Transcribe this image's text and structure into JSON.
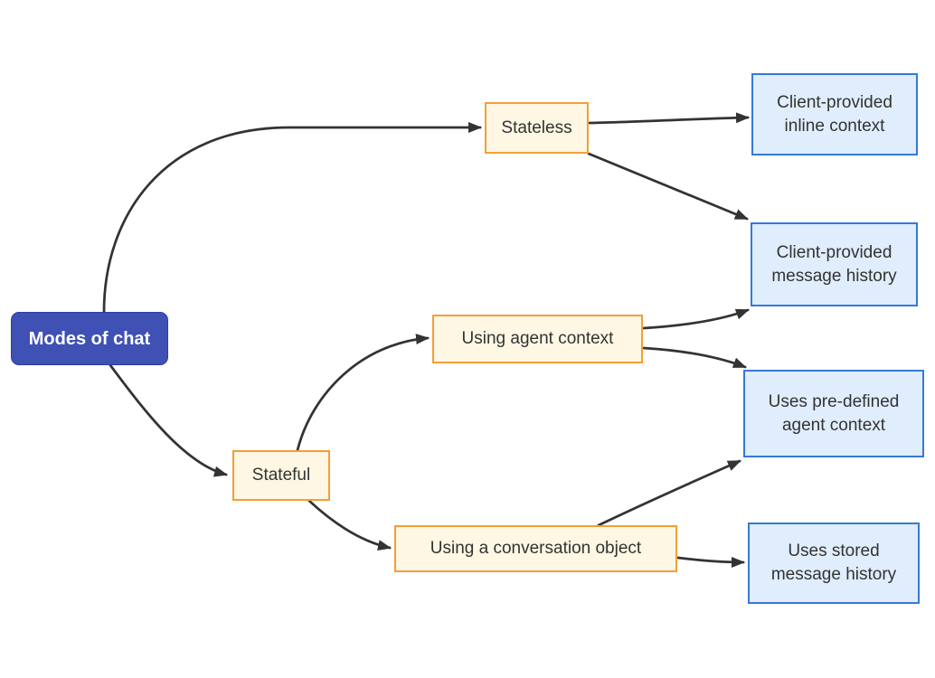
{
  "diagram": {
    "type": "flowchart",
    "direction": "left-to-right",
    "nodes": {
      "modes_of_chat": {
        "label": "Modes of chat",
        "kind": "root"
      },
      "stateless": {
        "label": "Stateless",
        "kind": "branch"
      },
      "stateful": {
        "label": "Stateful",
        "kind": "branch"
      },
      "using_agent_context": {
        "label": "Using agent context",
        "kind": "branch"
      },
      "conversation_object": {
        "label": "Using a conversation object",
        "kind": "branch"
      },
      "client_inline_context": {
        "label": "Client-provided inline context",
        "kind": "leaf"
      },
      "client_message_history": {
        "label": "Client-provided message history",
        "kind": "leaf"
      },
      "predefined_agent_context": {
        "label": "Uses pre-defined agent context",
        "kind": "leaf"
      },
      "stored_message_history": {
        "label": "Uses stored message history",
        "kind": "leaf"
      }
    },
    "edges": [
      {
        "from": "Modes of chat",
        "to": "Stateless"
      },
      {
        "from": "Modes of chat",
        "to": "Stateful"
      },
      {
        "from": "Stateless",
        "to": "Client-provided inline context"
      },
      {
        "from": "Stateless",
        "to": "Client-provided message history"
      },
      {
        "from": "Stateful",
        "to": "Using agent context"
      },
      {
        "from": "Stateful",
        "to": "Using a conversation object"
      },
      {
        "from": "Using agent context",
        "to": "Client-provided message history"
      },
      {
        "from": "Using agent context",
        "to": "Uses pre-defined agent context"
      },
      {
        "from": "Using a conversation object",
        "to": "Uses pre-defined agent context"
      },
      {
        "from": "Using a conversation object",
        "to": "Uses stored message history"
      }
    ],
    "colors": {
      "background": "#ffffff",
      "root_fill": "#3f51b5",
      "root_border": "#2e3d9c",
      "root_text": "#ffffff",
      "branch_fill": "#fdf7e3",
      "branch_border": "#f59e35",
      "leaf_fill": "#e0edfc",
      "leaf_border": "#3579d8",
      "node_text": "#333333",
      "edge": "#333333"
    }
  }
}
